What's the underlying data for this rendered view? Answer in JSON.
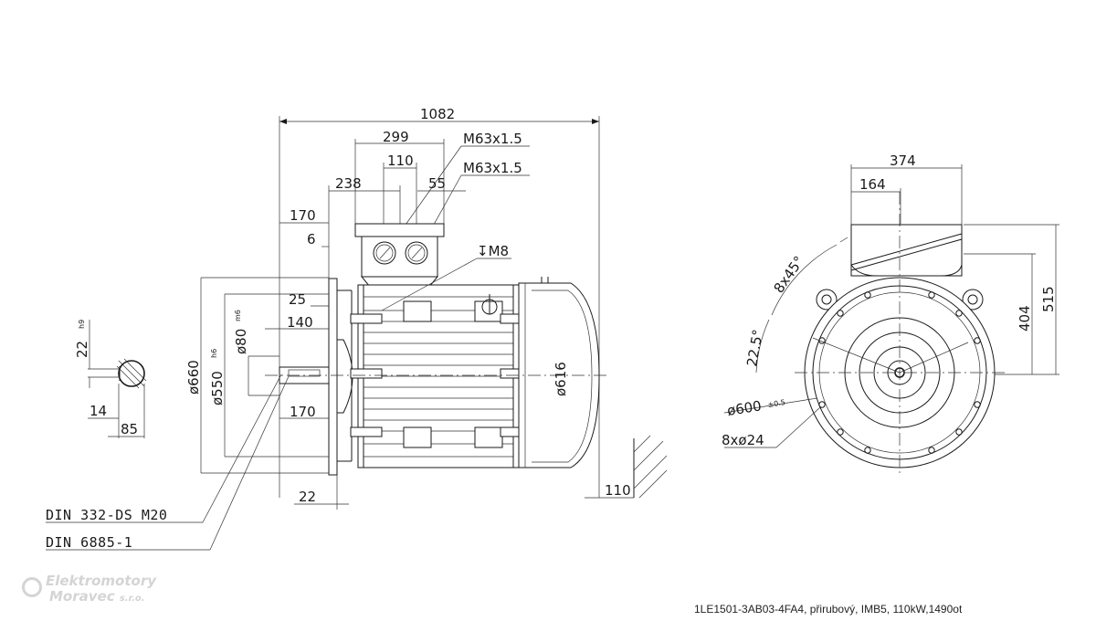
{
  "dims": {
    "overall_length": "1082",
    "terminal_box_width": "299",
    "gland_spacing": "110",
    "terminal_box_offset": "238",
    "gland_offset": "55",
    "gland_top": "M63x1.5",
    "gland_bottom": "M63x1.5",
    "shaft_length": "170",
    "flange_gap": "6",
    "lift_thread": "↧M8",
    "key_position": "25",
    "shaft_key_length": "140",
    "shaft_lower": "170",
    "flange_thickness": "22",
    "rear_clearance": "110",
    "flange_dia": "ø660",
    "spigot_dia": "ø550",
    "spigot_tol": "h6",
    "shaft_dia": "ø80",
    "shaft_tol": "m6",
    "frame_dia": "ø616",
    "key_height": "22",
    "key_tol": "h9",
    "key_width": "14",
    "key_depth": "85",
    "box_height_total": "374",
    "box_center_offset": "164",
    "height_404": "404",
    "height_515": "515",
    "bolt_pattern_angle": "8x45°",
    "offset_angle": "22.5°",
    "pcd": "ø600",
    "pcd_tol": "±0.5",
    "bolt_holes": "8xø24"
  },
  "labels": {
    "din_thread": "DIN  332-DS  M20",
    "din_key": "DIN  6885-1"
  },
  "logo": {
    "line1": "Elektromotory",
    "line2": "Moravec",
    "suffix": "s.r.o."
  },
  "caption": "1LE1501-3AB03-4FA4, přirubový, IMB5, 110kW,1490ot"
}
